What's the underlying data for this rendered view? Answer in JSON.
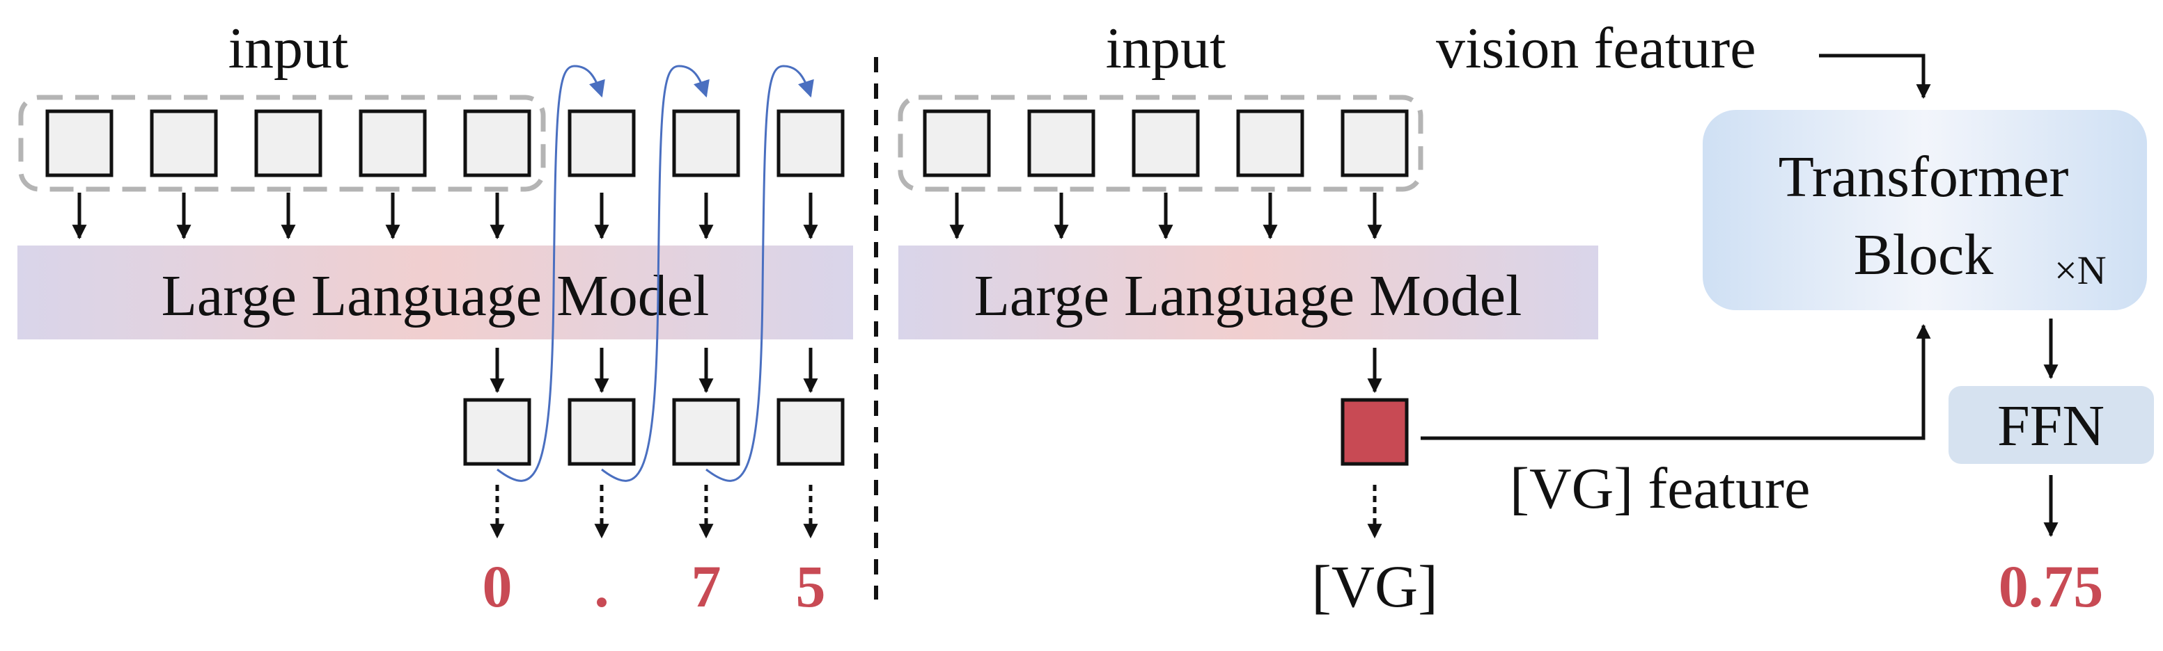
{
  "left_panel": {
    "input_label": "input",
    "llm_label": "Large Language Model",
    "output_tokens": [
      "0",
      ".",
      "7",
      "5"
    ]
  },
  "right_panel": {
    "input_label": "input",
    "llm_label": "Large Language Model",
    "vision_feature_label": "vision feature",
    "transformer_label_line1": "Transformer",
    "transformer_label_line2": "Block",
    "repeat_label": "×N",
    "ffn_label": "FFN",
    "vg_feature_label": "[VG] feature",
    "vg_output_label": "[VG]",
    "final_output": "0.75"
  },
  "colors": {
    "token_fill": "#f0f0f0",
    "vg_token_fill": "#c84a54",
    "output_text": "#c84a54",
    "dashed_group": "#b4b4b4",
    "curve_arrow": "#4a6fc0",
    "llm_gradient": [
      "#d9d5ea",
      "#f1cfcf",
      "#d9d5ea"
    ],
    "transformer_gradient": [
      "#cfe0f4",
      "#eef3fa"
    ],
    "ffn_fill": "#d6e2f0"
  }
}
